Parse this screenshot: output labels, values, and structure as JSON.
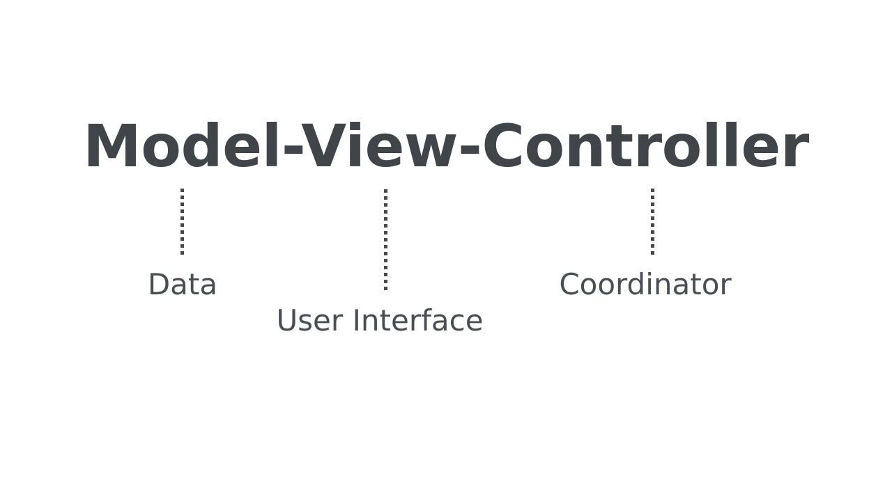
{
  "slide": {
    "background_color": "#ffffff",
    "text_color": "#41454a",
    "title": "Model-View-Controller"
  },
  "diagram": {
    "type": "annotated-title-breakdown",
    "parts": [
      {
        "term": "Model",
        "meaning": "Data",
        "connector": "dotted-vertical-line"
      },
      {
        "term": "View",
        "meaning": "User Interface",
        "connector": "dotted-vertical-line"
      },
      {
        "term": "Controller",
        "meaning": "Coordinator",
        "connector": "dotted-vertical-line"
      }
    ]
  }
}
